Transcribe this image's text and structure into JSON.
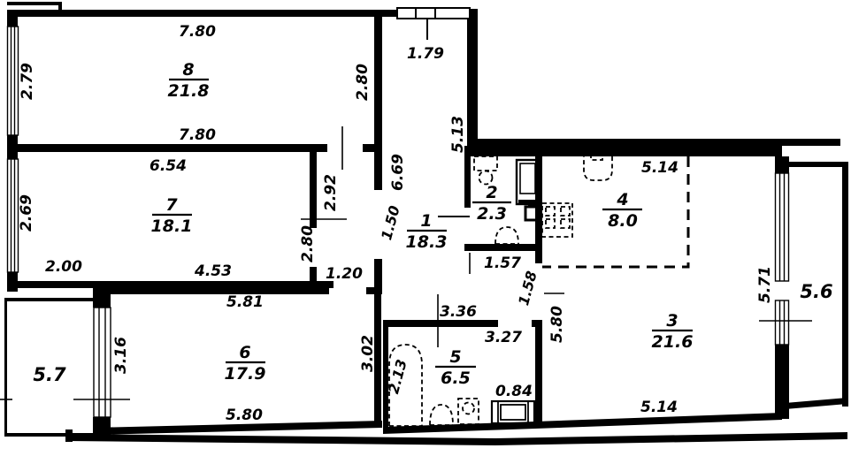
{
  "plan_title": "apartment-floor-plan",
  "rooms": [
    {
      "number": "8",
      "area": "21.8"
    },
    {
      "number": "7",
      "area": "18.1"
    },
    {
      "number": "6",
      "area": "17.9"
    },
    {
      "number": "1",
      "area": "18.3"
    },
    {
      "number": "2",
      "area": "2.3"
    },
    {
      "number": "4",
      "area": "8.0"
    },
    {
      "number": "3",
      "area": "21.6"
    },
    {
      "number": "5",
      "area": "6.5"
    }
  ],
  "balconies": [
    {
      "label": "5.7"
    },
    {
      "label": "5.6"
    }
  ],
  "dims": {
    "r8_top": "7.80",
    "r8_left": "2.79",
    "r8_right": "2.80",
    "r8_bottom": "7.80",
    "corr_top": "1.79",
    "corr_right": "5.13",
    "hall_len": "6.69",
    "hall_opening": "1.50",
    "r7_top": "6.54",
    "r7_left": "2.69",
    "r7_right": "2.80",
    "niche_depth": "2.92",
    "r7_bottom_left": "2.00",
    "r7_bottom": "4.53",
    "passage": "1.20",
    "r6_top": "5.81",
    "r6_left": "3.16",
    "r6_right": "3.02",
    "r6_bottom": "5.80",
    "r2_width": "1.57",
    "r3_door": "1.58",
    "r4_top": "5.14",
    "r3_left": "5.80",
    "r3_bottom": "5.14",
    "r3_window": "5.71",
    "hall_width": "3.36",
    "r5_width": "3.27",
    "tub": "2.13",
    "sink": "0.84"
  }
}
